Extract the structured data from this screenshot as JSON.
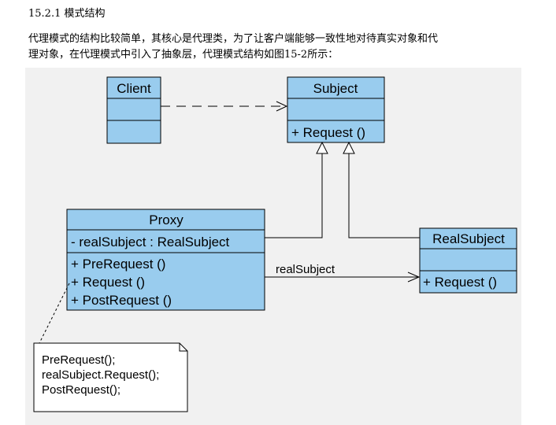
{
  "section": {
    "heading": "15.2.1 模式结构"
  },
  "intro": {
    "line1": "代理模式的结构比较简单，其核心是代理类，为了让客户端能够一致性地对待真实对象和代",
    "line2": "理对象，在代理模式中引入了抽象层，代理模式结构如图15-2所示："
  },
  "diagram": {
    "colors": {
      "class_fill": "#99ccee",
      "class_border": "#000000",
      "canvas": "#f1f1f1",
      "note_fill": "#ffffff"
    },
    "client": {
      "name": "Client"
    },
    "subject": {
      "name": "Subject",
      "operations": [
        "+ Request ()"
      ]
    },
    "proxy": {
      "name": "Proxy",
      "attributes": [
        "- realSubject : RealSubject"
      ],
      "operations": [
        "+ PreRequest ()",
        "+ Request ()",
        "+ PostRequest ()"
      ]
    },
    "real_subject": {
      "name": "RealSubject",
      "operations": [
        "+ Request ()"
      ]
    },
    "association_label": "realSubject",
    "note": {
      "lines": [
        "PreRequest();",
        "realSubject.Request();",
        "PostRequest();"
      ]
    }
  }
}
